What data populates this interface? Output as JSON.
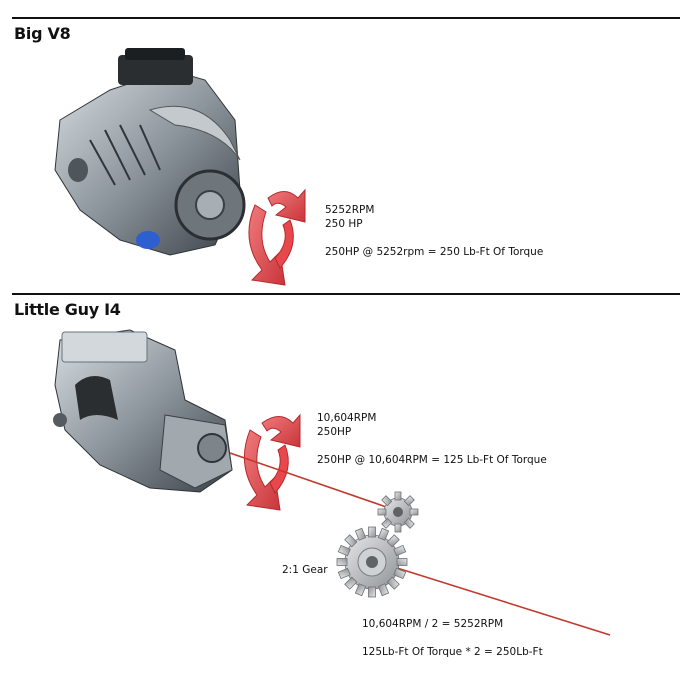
{
  "sections": [
    {
      "title": "Big V8",
      "lines": [
        "5252RPM",
        "250 HP",
        "250HP @ 5252rpm = 250 Lb-Ft Of Torque"
      ]
    },
    {
      "title": "Little Guy I4",
      "lines": [
        "10,604RPM",
        "250HP",
        "250HP @ 10,604RPM = 125 Lb-Ft Of Torque"
      ]
    }
  ],
  "gear": {
    "label": "2:1 Gear",
    "lines": [
      "10,604RPM / 2 = 5252RPM",
      "125Lb-Ft Of Torque * 2 = 250Lb-Ft"
    ]
  },
  "colors": {
    "arrow": "#e8474b",
    "arrow_shade": "#b52a2e",
    "shaft": "#c0392b",
    "engine_metal": "#8c959c",
    "gear_metal": "#b9bcbe"
  },
  "icons": [
    "v8-engine-icon",
    "i4-engine-icon",
    "rotation-arrows-icon",
    "gear-icon"
  ]
}
